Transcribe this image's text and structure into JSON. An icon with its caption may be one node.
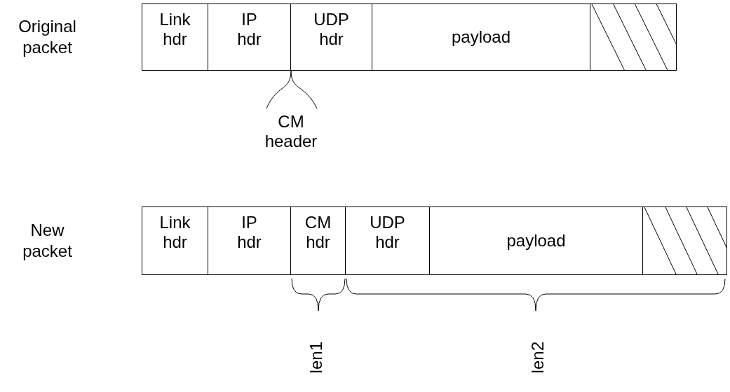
{
  "diagram": {
    "nodes": [
      {
        "text": [
          "Original packet"
        ]
      },
      {
        "text": [
          "Link hdr"
        ],
        "in": 0
      },
      {
        "text": [
          "IP hdr"
        ],
        "in": 0
      },
      {
        "text": [
          "UDP hdr"
        ],
        "in": 0
      },
      {
        "text": [
          "payload"
        ],
        "in": 0
      },
      {
        "text": [],
        "shape": "box",
        "in": 0
      },
      {
        "text": [
          "New packet"
        ]
      },
      {
        "text": [
          "Link hdr"
        ],
        "in": 6
      },
      {
        "text": [
          "IP hdr"
        ],
        "in": 6
      },
      {
        "text": [
          "CM hdr"
        ],
        "in": 6
      },
      {
        "text": [
          "UDP hdr"
        ],
        "in": 6
      },
      {
        "text": [
          "payload"
        ],
        "in": 6
      },
      {
        "text": [],
        "shape": "box",
        "in": 6
      }
    ],
    "edges": [],
    "labels": [
      "CM header",
      "len1",
      "len2"
    ]
  }
}
